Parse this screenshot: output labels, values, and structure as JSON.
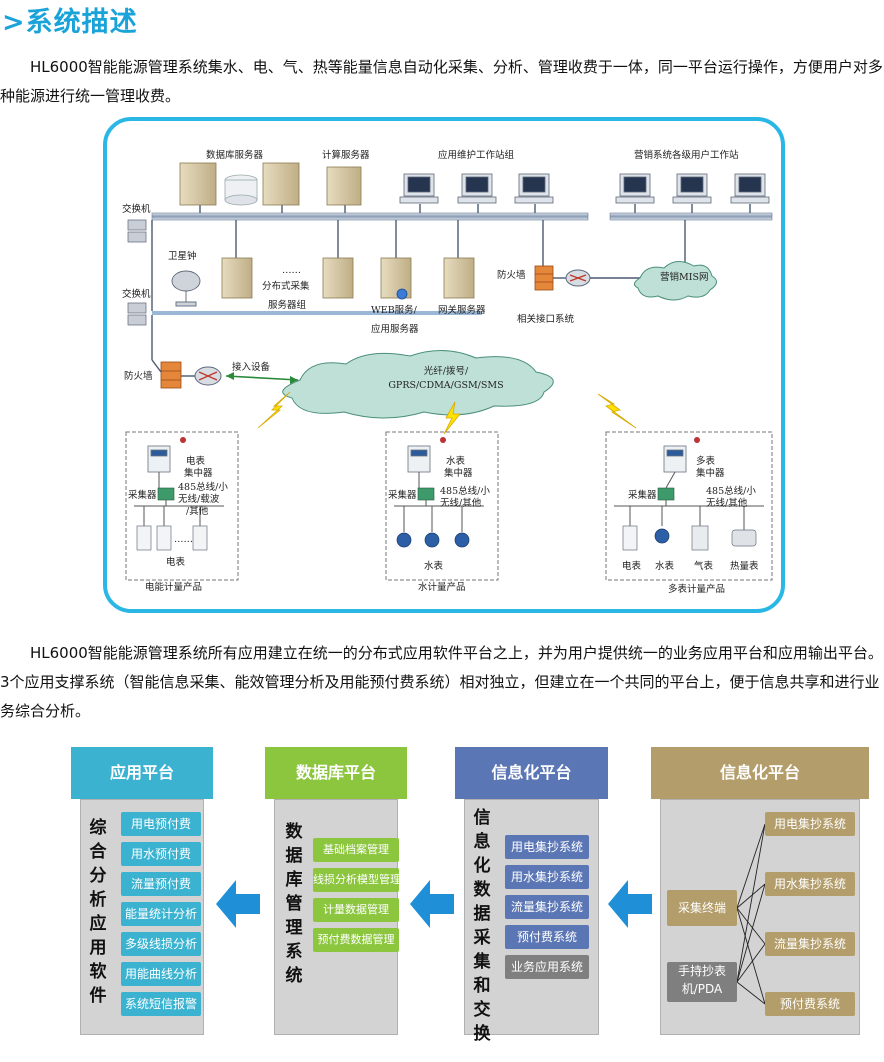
{
  "section": {
    "title": ">系统描述"
  },
  "paragraphs": {
    "p1": "HL6000智能能源管理系统集水、电、气、热等能量信息自动化采集、分析、管理收费于一体，同一平台运行操作，方便用户对多种能源进行统一管理收费。",
    "p2": "HL6000智能能源管理系统所有应用建立在统一的分布式应用软件平台之上，并为用户提供统一的业务应用平台和应用输出平台。3个应用支撑系统（智能信息采集、能效管理分析及用能预付费系统）相对独立，但建立在一个共同的平台上，便于信息共享和进行业务综合分析。"
  },
  "network": {
    "db_servers": "数据库服务器",
    "calc_server": "计算服务器",
    "app_workstations": "应用维护工作站组",
    "sales_workstations": "营销系统各级用户工作站",
    "switch1": "交换机",
    "switch2": "交换机",
    "satellite_clock": "卫星钟",
    "dots": "……",
    "dist_servers_1": "分布式采集",
    "dist_servers_2": "服务器组",
    "web_server_1": "WEB服务/",
    "web_server_2": "应用服务器",
    "gateway_server": "网关服务器",
    "firewall1": "防火墙",
    "interface_system": "相关接口系统",
    "mis_net": "营销MIS网",
    "firewall2": "防火墙",
    "access_device": "接入设备",
    "cloud_1": "光纤/拨号/",
    "cloud_2": "GPRS/CDMA/GSM/SMS",
    "elec_conc_1": "电表",
    "elec_conc_2": "集中器",
    "elec_collector": "采集器",
    "elec_bus_1": "485总线/小",
    "elec_bus_2": "无线/载波",
    "elec_bus_3": "/其他",
    "elec_dots": "……",
    "elec_meter": "电表",
    "elec_product": "电能计量产品",
    "water_conc_1": "水表",
    "water_conc_2": "集中器",
    "water_collector": "采集器",
    "water_bus_1": "485总线/小",
    "water_bus_2": "无线/其他",
    "water_meter": "水表",
    "water_product": "水计量产品",
    "multi_conc_1": "多表",
    "multi_conc_2": "集中器",
    "multi_collector": "采集器",
    "multi_bus_1": "485总线/小",
    "multi_bus_2": "无线/其他",
    "multi_elec": "电表",
    "multi_water": "水表",
    "multi_gas": "气表",
    "multi_heat": "热量表",
    "multi_product": "多表计量产品"
  },
  "platforms": {
    "app": {
      "header": "应用平台",
      "vtitle": "综合分析应用软件",
      "items": [
        "用电预付费",
        "用水预付费",
        "流量预付费",
        "能量统计分析",
        "多级线损分析",
        "用能曲线分析",
        "系统短信报警"
      ]
    },
    "db": {
      "header": "数据库平台",
      "vtitle": "数据库管理系统",
      "items": [
        "基础档案管理",
        "线损分析模型管理",
        "计量数据管理",
        "预付费数据管理"
      ]
    },
    "info": {
      "header": "信息化平台",
      "vtitle": "信息化数据采集和交换",
      "items": [
        "用电集抄系统",
        "用水集抄系统",
        "流量集抄系统",
        "预付费系统",
        "业务应用系统"
      ]
    },
    "info2": {
      "header": "信息化平台",
      "left_items": [
        "采集终端",
        "手持抄表机/PDA"
      ],
      "right_items": [
        "用电集抄系统",
        "用水集抄系统",
        "流量集抄系统",
        "预付费系统"
      ]
    }
  },
  "colors": {
    "accent": "#1aa3d8",
    "app_header": "#3bb3d0",
    "db_header": "#8cc63f",
    "info_header": "#5b76b4",
    "info2_header": "#b39d6a",
    "app_btn": "#3bb3d0",
    "db_btn": "#8cc63f",
    "info_btn": "#5b76b4",
    "info_btn_gray": "#7f7f7f",
    "gold_btn": "#b39d6a",
    "arrow": "#1f8fd8"
  }
}
